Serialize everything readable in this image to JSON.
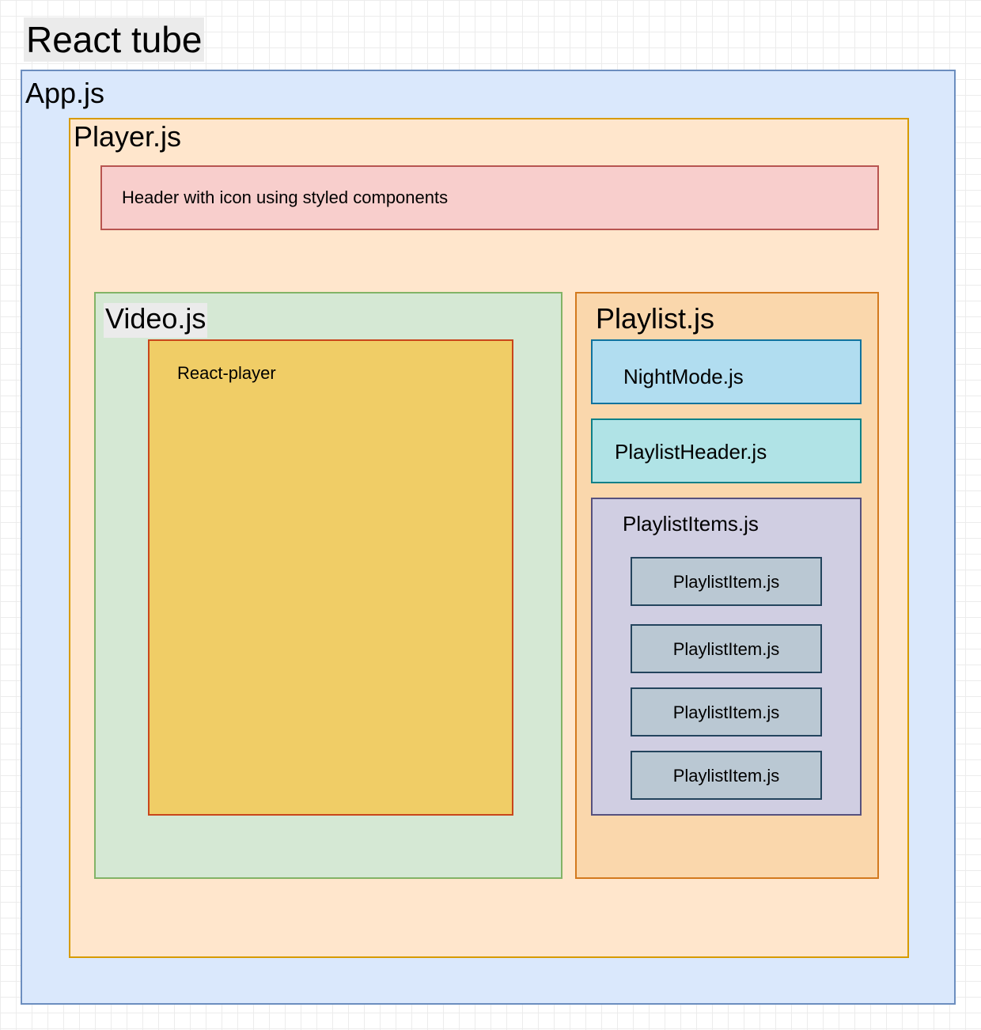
{
  "title": "React tube",
  "app": {
    "label": "App.js"
  },
  "player": {
    "label": "Player.js",
    "header": {
      "label": "Header with icon using styled components"
    },
    "video": {
      "label": "Video.js",
      "react_player": {
        "label": "React-player"
      }
    },
    "playlist": {
      "label": "Playlist.js",
      "night_mode": {
        "label": "NightMode.js"
      },
      "playlist_header": {
        "label": "PlaylistHeader.js"
      },
      "playlist_items": {
        "label": "PlaylistItems.js",
        "items": [
          {
            "label": "PlaylistItem.js"
          },
          {
            "label": "PlaylistItem.js"
          },
          {
            "label": "PlaylistItem.js"
          },
          {
            "label": "PlaylistItem.js"
          }
        ]
      }
    }
  },
  "colors": {
    "app_fill": "#dae8fc",
    "app_stroke": "#6c8ebf",
    "player_fill": "#ffe6cc",
    "player_stroke": "#d79b00",
    "header_fill": "#f8cecc",
    "header_stroke": "#b85450",
    "video_fill": "#d5e8d4",
    "video_stroke": "#82b366",
    "react_player_fill": "#f0cd66",
    "react_player_stroke": "#c9461b",
    "playlist_fill": "#fad7ac",
    "playlist_stroke": "#d3791e",
    "night_mode_fill": "#b1ddf0",
    "night_mode_stroke": "#10739e",
    "playlist_header_fill": "#b0e3e6",
    "playlist_header_stroke": "#0e8088",
    "playlist_items_fill": "#d0cee2",
    "playlist_items_stroke": "#56517e",
    "playlist_item_fill": "#bac8d3",
    "playlist_item_stroke": "#23445d"
  }
}
